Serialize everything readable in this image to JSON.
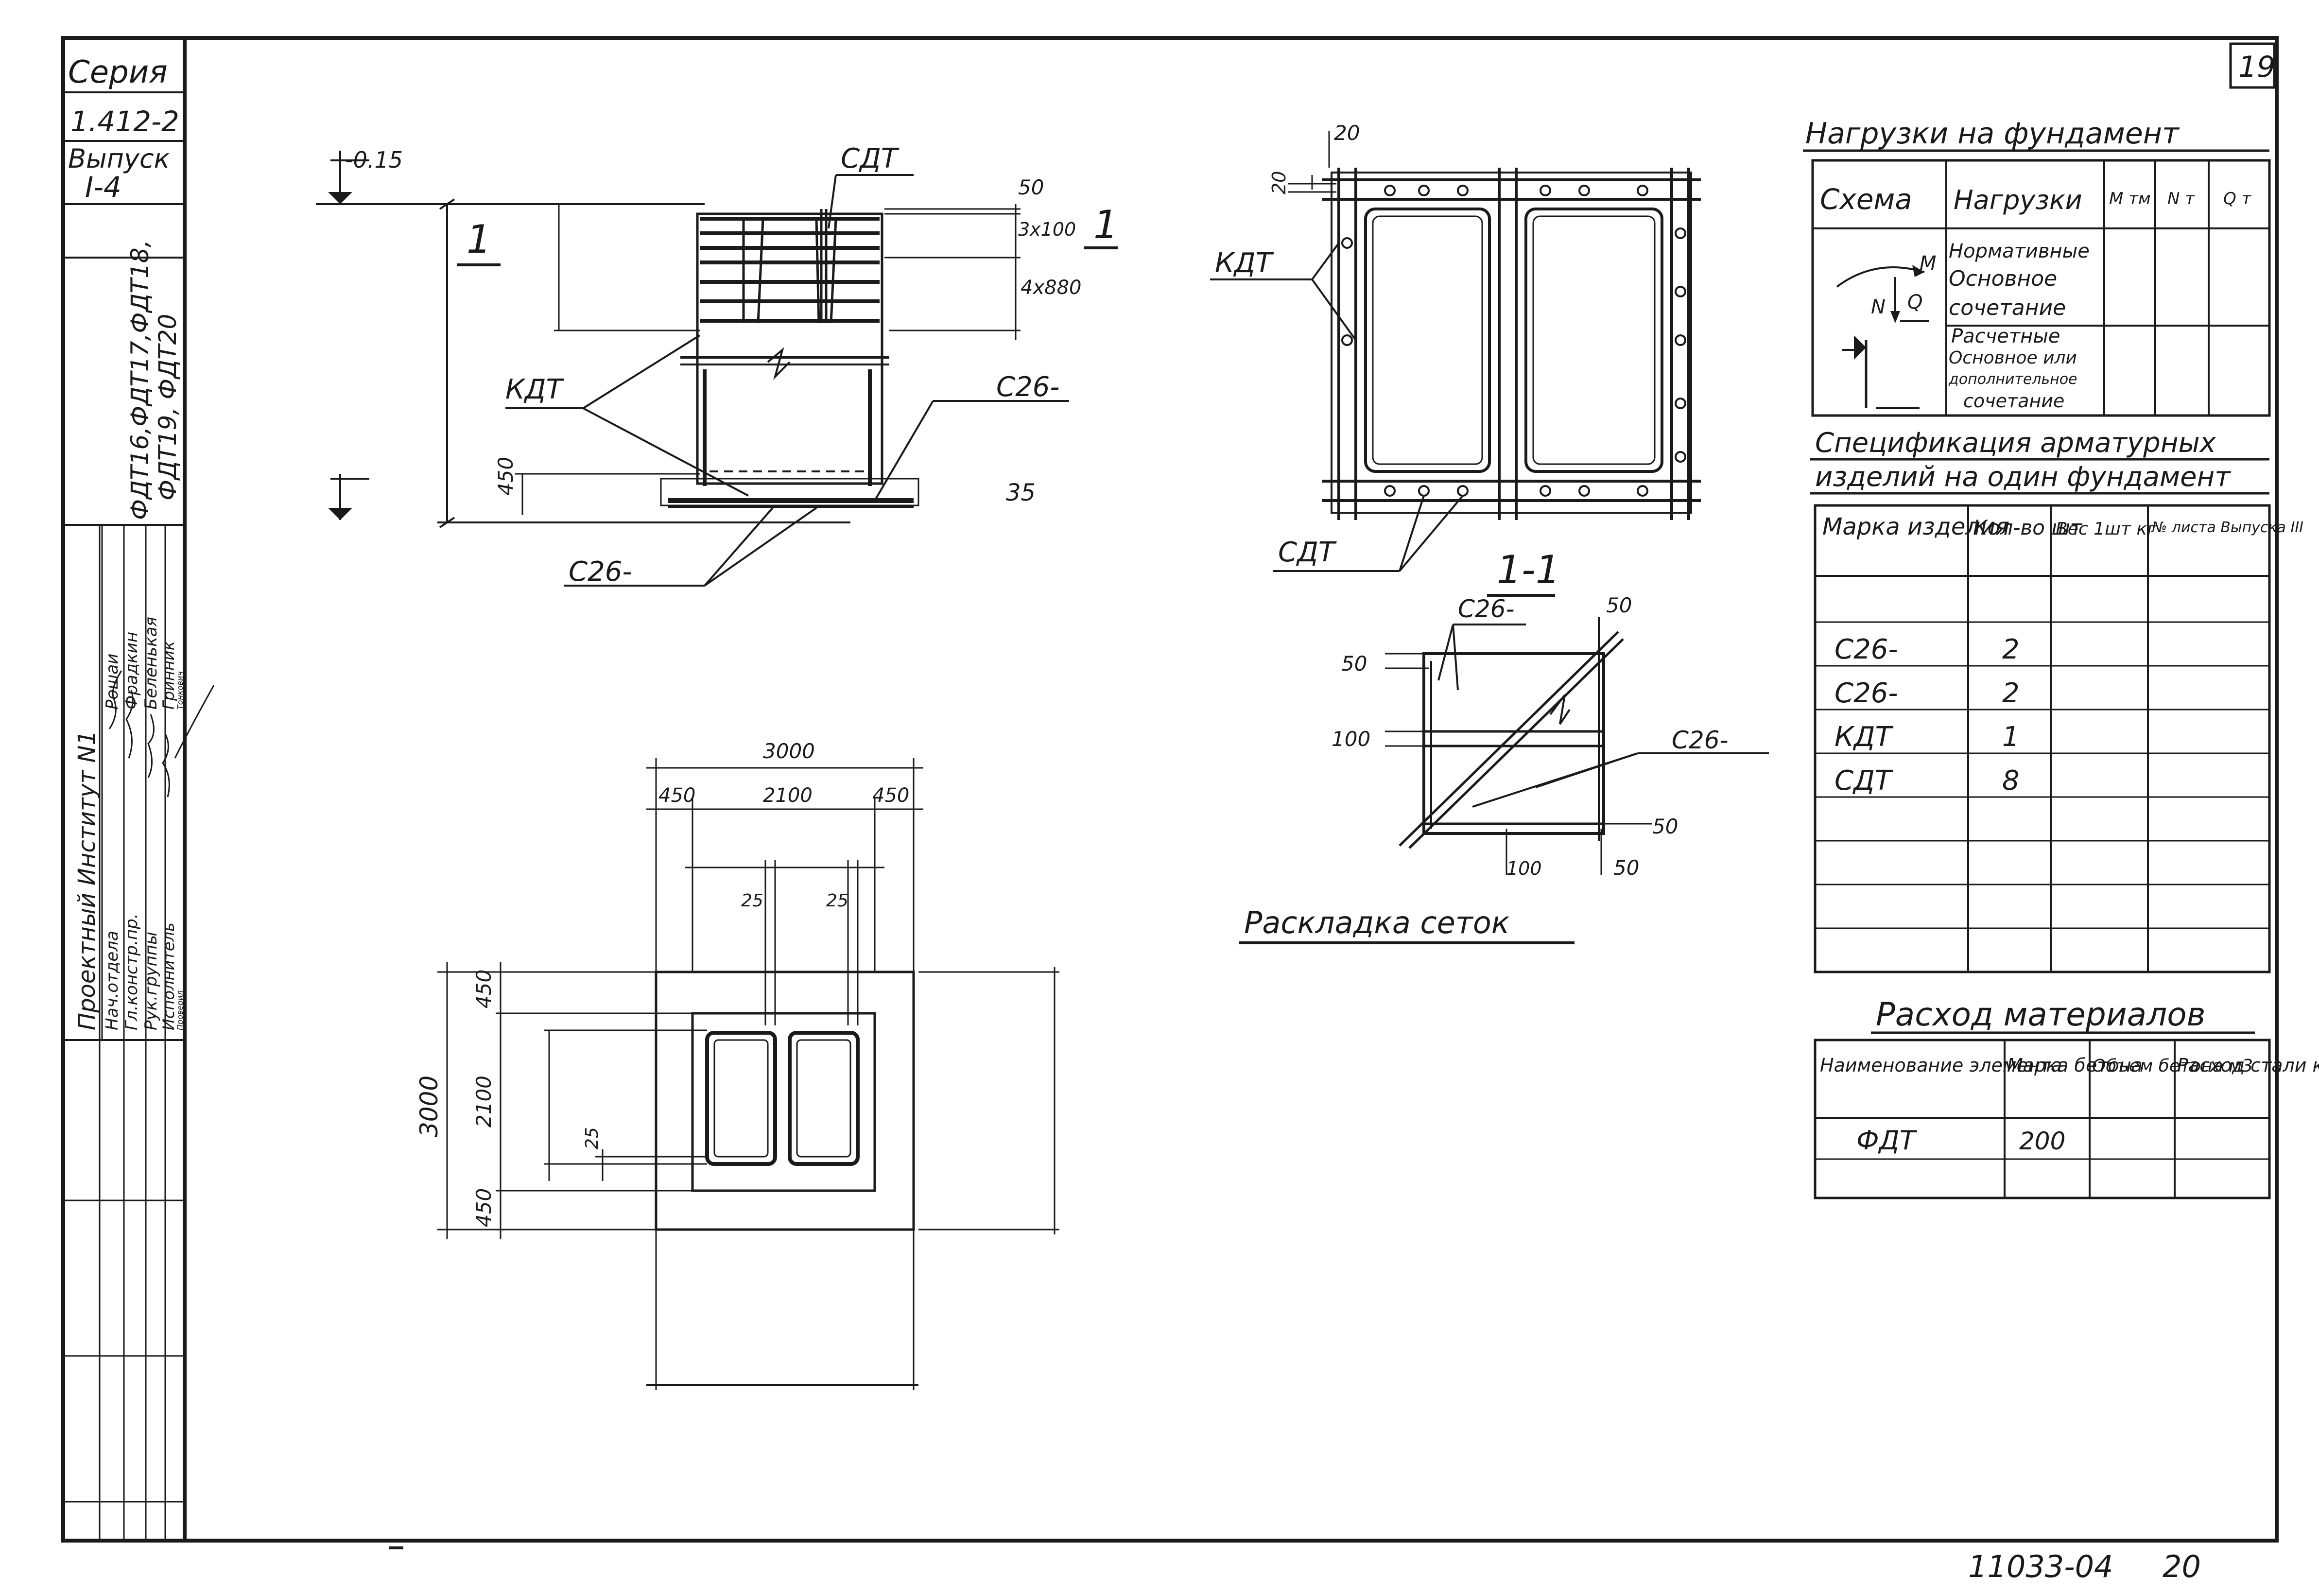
{
  "stamp": {
    "series_label": "Серия",
    "series_number": "1.412-2",
    "issue_label": "Выпуск",
    "issue_number": "I-4",
    "marks_line1": "ФДТ16,ФДТ17,ФДТ18,",
    "marks_line2": "ФДТ19, ФДТ20",
    "institute": "Проектный Институт N1",
    "roles": [
      "Нач.отдела",
      "Гл.констр.пр.",
      "Рук.группы",
      "Исполнитель",
      "Проверил"
    ],
    "names": [
      "Рошаи",
      "Фрадкин",
      "Беленькая",
      "Гринник",
      "Тонкович"
    ]
  },
  "sheet_number": "19",
  "footer": {
    "code": "11033-04",
    "page": "20"
  },
  "elevation": {
    "level_top": "-0.15",
    "section_mark": "1",
    "section_mark_right": "1",
    "labels": {
      "sdt": "СДТ",
      "kdt": "КДТ",
      "c26_right": "С26-",
      "c26_bottom": "С26-"
    },
    "dims": [
      "50",
      "3x100",
      "4x880",
      "450",
      "35"
    ]
  },
  "plan_rebar": {
    "labels": {
      "kdt": "КДТ",
      "sdt": "СДТ"
    },
    "dims": [
      "20",
      "20"
    ]
  },
  "section_11": {
    "title": "1-1",
    "labels": {
      "c26_top": "С26-",
      "c26_right": "С26-"
    },
    "dims": [
      "50",
      "50",
      "100",
      "50",
      "100",
      "50"
    ],
    "caption": "Раскладка сеток"
  },
  "plan": {
    "dims_top": [
      "3000",
      "450",
      "2100",
      "450"
    ],
    "dims_inner": [
      "25",
      "25"
    ],
    "dims_left": [
      "3000",
      "450",
      "2100",
      "450",
      "25"
    ]
  },
  "loads": {
    "title": "Нагрузки на фундамент",
    "headers": [
      "Схема",
      "Нагрузки",
      "M тм",
      "N т",
      "Q т"
    ],
    "rows": [
      [
        "Нормативные",
        "Основное",
        "сочетание"
      ],
      [
        "Расчетные",
        "Основное или",
        "дополнительное",
        "сочетание"
      ]
    ],
    "diagram": {
      "m": "M",
      "n": "N",
      "q": "Q"
    }
  },
  "spec": {
    "title_line1": "Спецификация арматурных",
    "title_line2": "изделий на один фундамент",
    "headers": [
      "Марка изделия",
      "Кол-во шт",
      "Вес 1шт кг",
      "№ листа Выпуска III"
    ],
    "rows": [
      {
        "mark": "С26-",
        "qty": "2"
      },
      {
        "mark": "С26-",
        "qty": "2"
      },
      {
        "mark": "КДТ",
        "qty": "1"
      },
      {
        "mark": "СДТ",
        "qty": "8"
      }
    ]
  },
  "materials": {
    "title": "Расход материалов",
    "headers": [
      "Наименование элемента",
      "Марка бетона",
      "Объем бетона м3",
      "Расход стали кг"
    ],
    "rows": [
      {
        "name": "ФДТ",
        "grade": "200"
      }
    ]
  }
}
